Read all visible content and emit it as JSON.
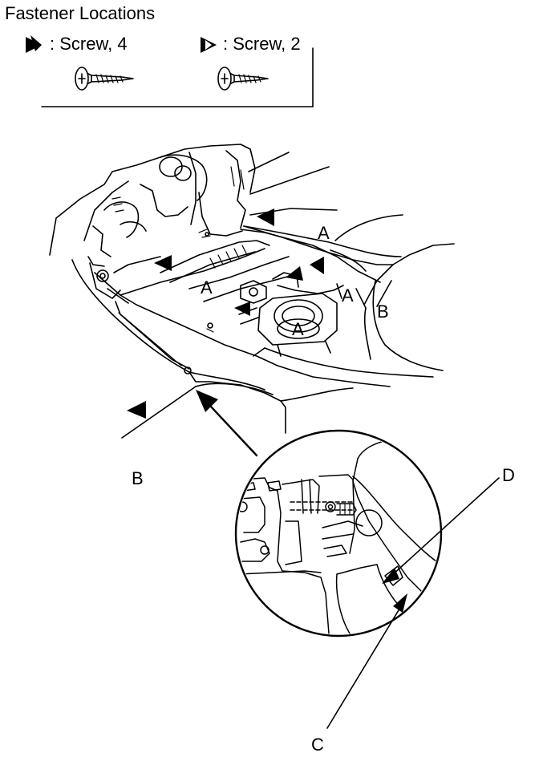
{
  "header": {
    "title": "Fastener Locations"
  },
  "legend": {
    "items": [
      {
        "label": ": Screw, 4"
      },
      {
        "label": ": Screw, 2"
      }
    ]
  },
  "callouts": {
    "a1": "A",
    "a2": "A",
    "a3": "A",
    "a4": "A",
    "b_main": "B",
    "b_left": "B",
    "c": "C",
    "d": "D"
  }
}
